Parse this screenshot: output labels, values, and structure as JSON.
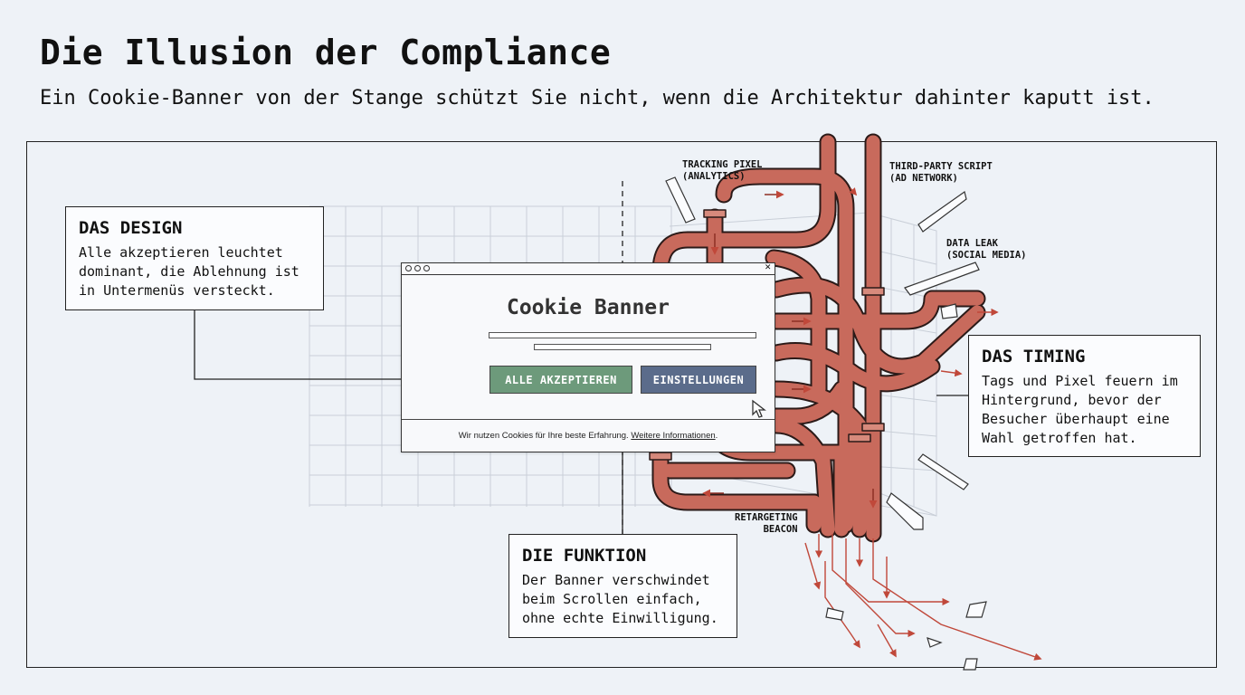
{
  "header": {
    "title": "Die Illusion der Compliance",
    "subtitle": "Ein Cookie-Banner von der Stange schützt Sie nicht, wenn die Architektur dahinter kaputt ist."
  },
  "callouts": {
    "design": {
      "title": "DAS DESIGN",
      "text": "Alle akzeptieren leuchtet\ndominant, die Ablehnung ist\nin Untermenüs versteckt."
    },
    "timing": {
      "title": "DAS TIMING",
      "text": "Tags und Pixel feuern im\nHintergrund, bevor der\nBesucher überhaupt eine\nWahl getroffen hat."
    },
    "funktion": {
      "title": "DIE FUNKTION",
      "text": "Der Banner verschwindet\nbeim Scrollen einfach,\nohne echte Einwilligung."
    }
  },
  "labels": {
    "tracking_pixel": "TRACKING PIXEL\n(ANALYTICS)",
    "third_party": "THIRD-PARTY SCRIPT\n(AD NETWORK)",
    "data_leak": "DATA LEAK\n(SOCIAL MEDIA)",
    "retargeting": "RETARGETING\nBEACON"
  },
  "banner": {
    "title": "Cookie Banner",
    "accept_label": "ALLE AKZEPTIEREN",
    "settings_label": "EINSTELLUNGEN",
    "footer_text": "Wir nutzen Cookies für Ihre beste Erfahrung. ",
    "footer_link": "Weitere Informationen",
    "footer_end": "."
  },
  "colors": {
    "pipe": "#c86a5c",
    "pipe_stroke": "#2b1a18",
    "accept": "#6d9a7b",
    "settings": "#5b6c8b",
    "arrow": "#c0483a"
  },
  "icons": [
    "cursor-icon",
    "close-icon",
    "window-dot-icon",
    "arrow-icon"
  ]
}
